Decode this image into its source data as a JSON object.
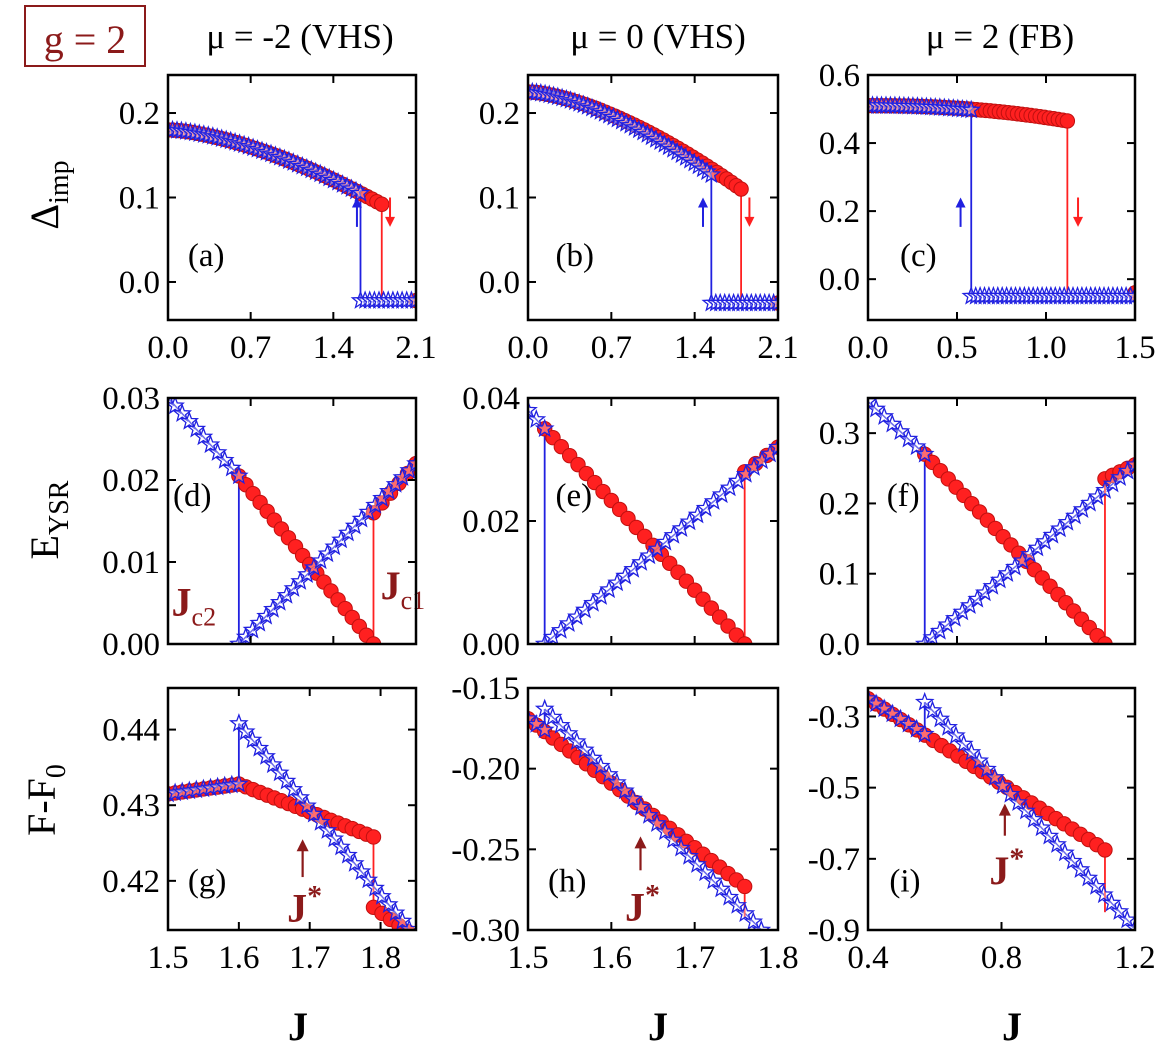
{
  "figure": {
    "badge": "g = 2",
    "column_titles": [
      "μ = -2  (VHS)",
      "μ = 0  (VHS)",
      "μ = 2  (FB)"
    ],
    "row_ylabels": [
      {
        "main": "Δ",
        "sub": "imp"
      },
      {
        "main": "E",
        "sub": "YSR"
      },
      {
        "main": "F-F",
        "sub": "0"
      }
    ],
    "xlabel": "J",
    "colors": {
      "circles": "#ff2020",
      "stars": "#2020e0",
      "annotation": "#8b1a1a",
      "frame": "#000000"
    }
  },
  "chart_data": [
    {
      "id": "a",
      "type": "scatter",
      "label": "(a)",
      "xlim": [
        0,
        2.1
      ],
      "ylim": [
        -0.045,
        0.245
      ],
      "xticks": [
        "0.0",
        "0.7",
        "1.4",
        "2.1"
      ],
      "yticks": [
        "0.0",
        "0.1",
        "0.2"
      ],
      "ytick_values": [
        0,
        0.1,
        0.2
      ],
      "series": [
        {
          "style": "circles",
          "x_start": 0.0,
          "x_end": 1.81,
          "y_start": 0.18,
          "y_end": 0.092,
          "curve": 1.55,
          "count": 45,
          "drop_to": -0.022,
          "tail_end": 2.1
        },
        {
          "style": "stars",
          "x_start": 0.0,
          "x_end": 1.63,
          "y_start": 0.18,
          "y_end": 0.105,
          "curve": 1.55,
          "count": 44,
          "rise_from": -0.022,
          "low_start": 1.63,
          "low_end": 2.1
        }
      ],
      "arrows": [
        {
          "x": 1.6,
          "dir": "up",
          "color": "stars"
        },
        {
          "x": 1.88,
          "dir": "down",
          "color": "circles"
        }
      ]
    },
    {
      "id": "b",
      "type": "scatter",
      "label": "(b)",
      "xlim": [
        0,
        2.1
      ],
      "ylim": [
        -0.045,
        0.245
      ],
      "xticks": [
        "0.0",
        "0.7",
        "1.4",
        "2.1"
      ],
      "yticks": [
        "0.0",
        "0.1",
        "0.2"
      ],
      "ytick_values": [
        0,
        0.1,
        0.2
      ],
      "series": [
        {
          "style": "circles",
          "x_start": 0.0,
          "x_end": 1.79,
          "y_start": 0.225,
          "y_end": 0.11,
          "curve": 1.55,
          "count": 45,
          "drop_to": -0.025,
          "tail_end": 2.1
        },
        {
          "style": "stars",
          "x_start": 0.0,
          "x_end": 1.54,
          "y_start": 0.225,
          "y_end": 0.127,
          "curve": 1.55,
          "count": 44,
          "rise_from": -0.025,
          "low_start": 1.54,
          "low_end": 2.1
        }
      ],
      "arrows": [
        {
          "x": 1.47,
          "dir": "up",
          "color": "stars"
        },
        {
          "x": 1.86,
          "dir": "down",
          "color": "circles"
        }
      ]
    },
    {
      "id": "c",
      "type": "scatter",
      "label": "(c)",
      "xlim": [
        0,
        1.5
      ],
      "ylim": [
        -0.12,
        0.6
      ],
      "xticks": [
        "0.0",
        "0.5",
        "1.0",
        "1.5"
      ],
      "yticks": [
        "0.0",
        "0.2",
        "0.4",
        "0.6"
      ],
      "ytick_values": [
        0,
        0.2,
        0.4,
        0.6
      ],
      "series": [
        {
          "style": "circles",
          "x_start": 0.0,
          "x_end": 1.12,
          "y_start": 0.51,
          "y_end": 0.465,
          "curve": 2.2,
          "count": 45,
          "drop_to": -0.04,
          "tail_end": 1.5
        },
        {
          "style": "stars",
          "x_start": 0.0,
          "x_end": 0.58,
          "y_start": 0.51,
          "y_end": 0.497,
          "curve": 2.2,
          "count": 24,
          "rise_from": -0.05,
          "low_start": 0.58,
          "low_end": 1.5
        }
      ],
      "arrows": [
        {
          "x": 0.52,
          "dir": "up",
          "color": "stars"
        },
        {
          "x": 1.18,
          "dir": "down",
          "color": "circles"
        }
      ]
    },
    {
      "id": "d",
      "type": "scatter",
      "label": "(d)",
      "xlim": [
        1.5,
        1.85
      ],
      "ylim": [
        0,
        0.03
      ],
      "xticks": [],
      "yticks": [
        "0.00",
        "0.01",
        "0.02",
        "0.03"
      ],
      "ytick_values": [
        0,
        0.01,
        0.02,
        0.03
      ],
      "series": [
        {
          "style": "stars",
          "x_start": 1.5,
          "x_end": 1.6,
          "y_start": 0.03,
          "y_end": 0.0205,
          "count": 11
        },
        {
          "style": "circles",
          "x_start": 1.6,
          "x_end": 1.79,
          "y_start": 0.0205,
          "y_end": 0.0,
          "count": 20
        },
        {
          "style": "stars",
          "x_start": 1.6,
          "x_end": 1.85,
          "y_start": 0.0,
          "y_end": 0.022,
          "count": 27
        },
        {
          "style": "circles",
          "x_start": 1.79,
          "x_end": 1.85,
          "y_start": 0.016,
          "y_end": 0.022,
          "count": 6
        }
      ],
      "drops": [
        {
          "x": 1.6,
          "y1": 0.0205,
          "y2": 0.0,
          "color": "stars"
        },
        {
          "x": 1.79,
          "y1": 0.016,
          "y2": 0.0,
          "color": "circles"
        }
      ],
      "annotations": [
        {
          "main": "J",
          "sub": "c2",
          "x": 1.505,
          "y": 0.0035
        },
        {
          "main": "J",
          "sub": "c1",
          "x": 1.8,
          "y": 0.0055
        }
      ]
    },
    {
      "id": "e",
      "type": "scatter",
      "label": "(e)",
      "xlim": [
        1.5,
        1.8
      ],
      "ylim": [
        0,
        0.04
      ],
      "xticks": [],
      "yticks": [
        "0.00",
        "0.02",
        "0.04"
      ],
      "ytick_values": [
        0,
        0.02,
        0.04
      ],
      "series": [
        {
          "style": "stars",
          "x_start": 1.5,
          "x_end": 1.52,
          "y_start": 0.038,
          "y_end": 0.035,
          "count": 3
        },
        {
          "style": "circles",
          "x_start": 1.52,
          "x_end": 1.76,
          "y_start": 0.035,
          "y_end": 0.0,
          "count": 25
        },
        {
          "style": "stars",
          "x_start": 1.52,
          "x_end": 1.8,
          "y_start": 0.0,
          "y_end": 0.032,
          "count": 30
        },
        {
          "style": "circles",
          "x_start": 1.76,
          "x_end": 1.8,
          "y_start": 0.028,
          "y_end": 0.032,
          "count": 4
        }
      ],
      "drops": [
        {
          "x": 1.52,
          "y1": 0.035,
          "y2": 0.0,
          "color": "stars"
        },
        {
          "x": 1.76,
          "y1": 0.028,
          "y2": 0.0,
          "color": "circles"
        }
      ],
      "annotations": []
    },
    {
      "id": "f",
      "type": "scatter",
      "label": "(f)",
      "xlim": [
        0.4,
        1.2
      ],
      "ylim": [
        0,
        0.35
      ],
      "xticks": [],
      "yticks": [
        "0.0",
        "0.1",
        "0.2",
        "0.3"
      ],
      "ytick_values": [
        0,
        0.1,
        0.2,
        0.3
      ],
      "series": [
        {
          "style": "stars",
          "x_start": 0.4,
          "x_end": 0.57,
          "y_start": 0.345,
          "y_end": 0.27,
          "count": 8
        },
        {
          "style": "circles",
          "x_start": 0.57,
          "x_end": 1.11,
          "y_start": 0.27,
          "y_end": 0.0,
          "count": 24
        },
        {
          "style": "stars",
          "x_start": 0.57,
          "x_end": 1.2,
          "y_start": 0.0,
          "y_end": 0.255,
          "count": 29
        },
        {
          "style": "circles",
          "x_start": 1.11,
          "x_end": 1.2,
          "y_start": 0.235,
          "y_end": 0.255,
          "count": 5
        }
      ],
      "drops": [
        {
          "x": 0.57,
          "y1": 0.27,
          "y2": 0.0,
          "color": "stars"
        },
        {
          "x": 1.11,
          "y1": 0.235,
          "y2": 0.0,
          "color": "circles"
        }
      ],
      "annotations": []
    },
    {
      "id": "g",
      "type": "scatter",
      "label": "(g)",
      "xlim": [
        1.5,
        1.85
      ],
      "ylim": [
        0.4135,
        0.4455
      ],
      "xticks": [
        "1.5",
        "1.6",
        "1.7",
        "1.8"
      ],
      "xtick_values": [
        1.5,
        1.6,
        1.7,
        1.8
      ],
      "yticks": [
        "0.42",
        "0.43",
        "0.44"
      ],
      "ytick_values": [
        0.42,
        0.43,
        0.44
      ],
      "series": [
        {
          "style": "circles",
          "x_start": 1.5,
          "x_end": 1.6,
          "y_start": 0.4315,
          "y_end": 0.4328,
          "count": 11
        },
        {
          "style": "circles",
          "x_start": 1.6,
          "x_end": 1.79,
          "y_start": 0.4328,
          "y_end": 0.4258,
          "count": 20
        },
        {
          "style": "stars",
          "x_start": 1.5,
          "x_end": 1.6,
          "y_start": 0.4315,
          "y_end": 0.4328,
          "count": 11
        },
        {
          "style": "stars",
          "x_start": 1.6,
          "x_end": 1.85,
          "y_start": 0.4408,
          "y_end": 0.4125,
          "count": 27
        },
        {
          "style": "circles",
          "x_start": 1.79,
          "x_end": 1.85,
          "y_start": 0.4165,
          "y_end": 0.4125,
          "count": 6
        }
      ],
      "drops": [
        {
          "x": 1.6,
          "y1": 0.4328,
          "y2": 0.4408,
          "color": "stars"
        },
        {
          "x": 1.79,
          "y1": 0.4258,
          "y2": 0.4165,
          "color": "circles"
        }
      ],
      "jstar": {
        "x": 1.69,
        "y_from": 0.4205,
        "y_to": 0.4255,
        "label_y": 0.417
      }
    },
    {
      "id": "h",
      "type": "scatter",
      "label": "(h)",
      "xlim": [
        1.5,
        1.8
      ],
      "ylim": [
        -0.3,
        -0.15
      ],
      "xticks": [
        "1.5",
        "1.6",
        "1.7",
        "1.8"
      ],
      "xtick_values": [
        1.5,
        1.6,
        1.7,
        1.8
      ],
      "yticks": [
        "-0.30",
        "-0.25",
        "-0.20",
        "-0.15"
      ],
      "ytick_values": [
        -0.3,
        -0.25,
        -0.2,
        -0.15
      ],
      "series": [
        {
          "style": "circles",
          "x_start": 1.5,
          "x_end": 1.76,
          "y_start": -0.169,
          "y_end": -0.273,
          "count": 27
        },
        {
          "style": "stars",
          "x_start": 1.5,
          "x_end": 1.52,
          "y_start": -0.169,
          "y_end": -0.176,
          "count": 3
        },
        {
          "style": "stars",
          "x_start": 1.52,
          "x_end": 1.78,
          "y_start": -0.163,
          "y_end": -0.3,
          "count": 28
        }
      ],
      "drops": [
        {
          "x": 1.52,
          "y1": -0.176,
          "y2": -0.163,
          "color": "stars"
        },
        {
          "x": 1.76,
          "y1": -0.273,
          "y2": -0.292,
          "color": "circles"
        }
      ],
      "jstar": {
        "x": 1.635,
        "y_from": -0.263,
        "y_to": -0.242,
        "label_y": -0.283
      }
    },
    {
      "id": "i",
      "type": "scatter",
      "label": "(i)",
      "xlim": [
        0.4,
        1.2
      ],
      "ylim": [
        -0.9,
        -0.22
      ],
      "xticks": [
        "0.4",
        "0.8",
        "1.2"
      ],
      "xtick_values": [
        0.4,
        0.8,
        1.2
      ],
      "yticks": [
        "-0.9",
        "-0.7",
        "-0.5",
        "-0.3"
      ],
      "ytick_values": [
        -0.9,
        -0.7,
        -0.5,
        -0.3
      ],
      "series": [
        {
          "style": "circles",
          "x_start": 0.4,
          "x_end": 1.11,
          "y_start": -0.25,
          "y_end": -0.675,
          "count": 30
        },
        {
          "style": "stars",
          "x_start": 0.4,
          "x_end": 0.57,
          "y_start": -0.25,
          "y_end": -0.35,
          "count": 8
        },
        {
          "style": "stars",
          "x_start": 0.57,
          "x_end": 1.2,
          "y_start": -0.26,
          "y_end": -0.895,
          "count": 28
        }
      ],
      "drops": [
        {
          "x": 0.57,
          "y1": -0.35,
          "y2": -0.26,
          "color": "stars"
        },
        {
          "x": 1.11,
          "y1": -0.675,
          "y2": -0.85,
          "color": "circles"
        }
      ],
      "jstar": {
        "x": 0.81,
        "y_from": -0.635,
        "y_to": -0.545,
        "label_y": -0.72
      }
    }
  ]
}
